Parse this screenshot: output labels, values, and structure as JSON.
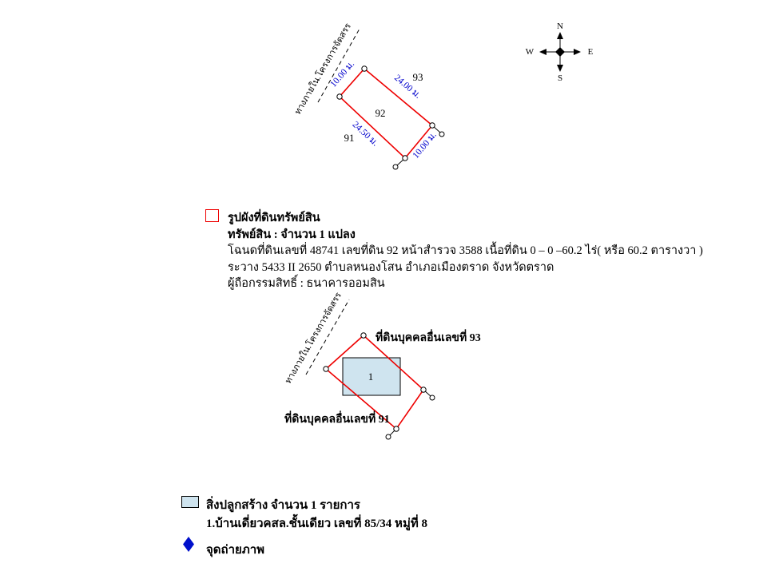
{
  "colors": {
    "plot_outline": "#ee0000",
    "dimension_text": "#0000cc",
    "building_fill": "#cfe4ef",
    "legend_square_fill": "#cfe4ef",
    "photo_marker": "#0010cc"
  },
  "compass": {
    "north": "N",
    "south": "S",
    "east": "E",
    "west": "W"
  },
  "plot_plan": {
    "road_label": "ทางภายใน.โครงการจัดสรร",
    "dimensions": {
      "north_west": "10.00 ม.",
      "north_east": "24.00 ม.",
      "south_west": "24.50 ม.",
      "south_east": "10.00 ม."
    },
    "parcel_number": "92",
    "adjacent_parcel_right": "93",
    "adjacent_parcel_left": "91"
  },
  "property_legend": {
    "title": "รูปผังที่ดินทรัพย์สิน",
    "asset_line": "ทรัพย์สิน : จำนวน 1 แปลง",
    "deed_line": "โฉนดที่ดินเลขที่ 48741 เลขที่ดิน 92 หน้าสำรวจ 3588 เนื้อที่ดิน 0 – 0 –60.2 ไร่( หรือ 60.2 ตารางวา )",
    "sheet_line": "ระวาง 5433 II 2650 ตำบลหนองโสน อำเภอเมืองตราด จังหวัดตราด",
    "owner_line": "ผู้ถือกรรมสิทธิ์ : ธนาคารออมสิน"
  },
  "building_plan": {
    "road_label": "ทางภายใน.โครงการจัดสรร",
    "adjacent_label_top": "ที่ดินบุคคลอื่นเลขที่ 93",
    "adjacent_label_bottom": "ที่ดินบุคคลอื่นเลขที่ 91",
    "building_number": "1"
  },
  "building_legend": {
    "title": "สิ่งปลูกสร้าง จำนวน 1 รายการ",
    "item": "1.บ้านเดี่ยวคสล.ชั้นเดียว เลขที่ 85/34 หมู่ที่ 8",
    "photo_label": "จุดถ่ายภาพ"
  }
}
